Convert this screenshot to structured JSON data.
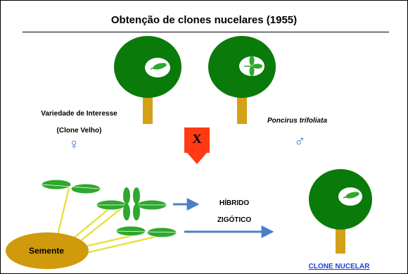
{
  "title": "Obtenção de clones nucelares (1955)",
  "labels": {
    "variety_line1": "Variedade de Interesse",
    "variety_line2": "(Clone Velho)",
    "poncirus": "Poncirus trifoliata",
    "cross": "X",
    "hybrid_line1": "HÍBRIDO",
    "hybrid_line2": "ZIGÓTICO",
    "seed": "Semente",
    "nucellar_clone": "CLONE NUCELAR"
  },
  "symbols": {
    "female": "♀",
    "male": "♂"
  },
  "colors": {
    "canopy": "#0a7a0a",
    "trunk": "#d4a017",
    "leaf": "#2ea82e",
    "seed": "#cf9a0c",
    "cross_box": "#ff3a14",
    "arrow_blue": "#4a7ec8",
    "link": "#1f3fd0",
    "yellow_line": "#e6e02a"
  }
}
